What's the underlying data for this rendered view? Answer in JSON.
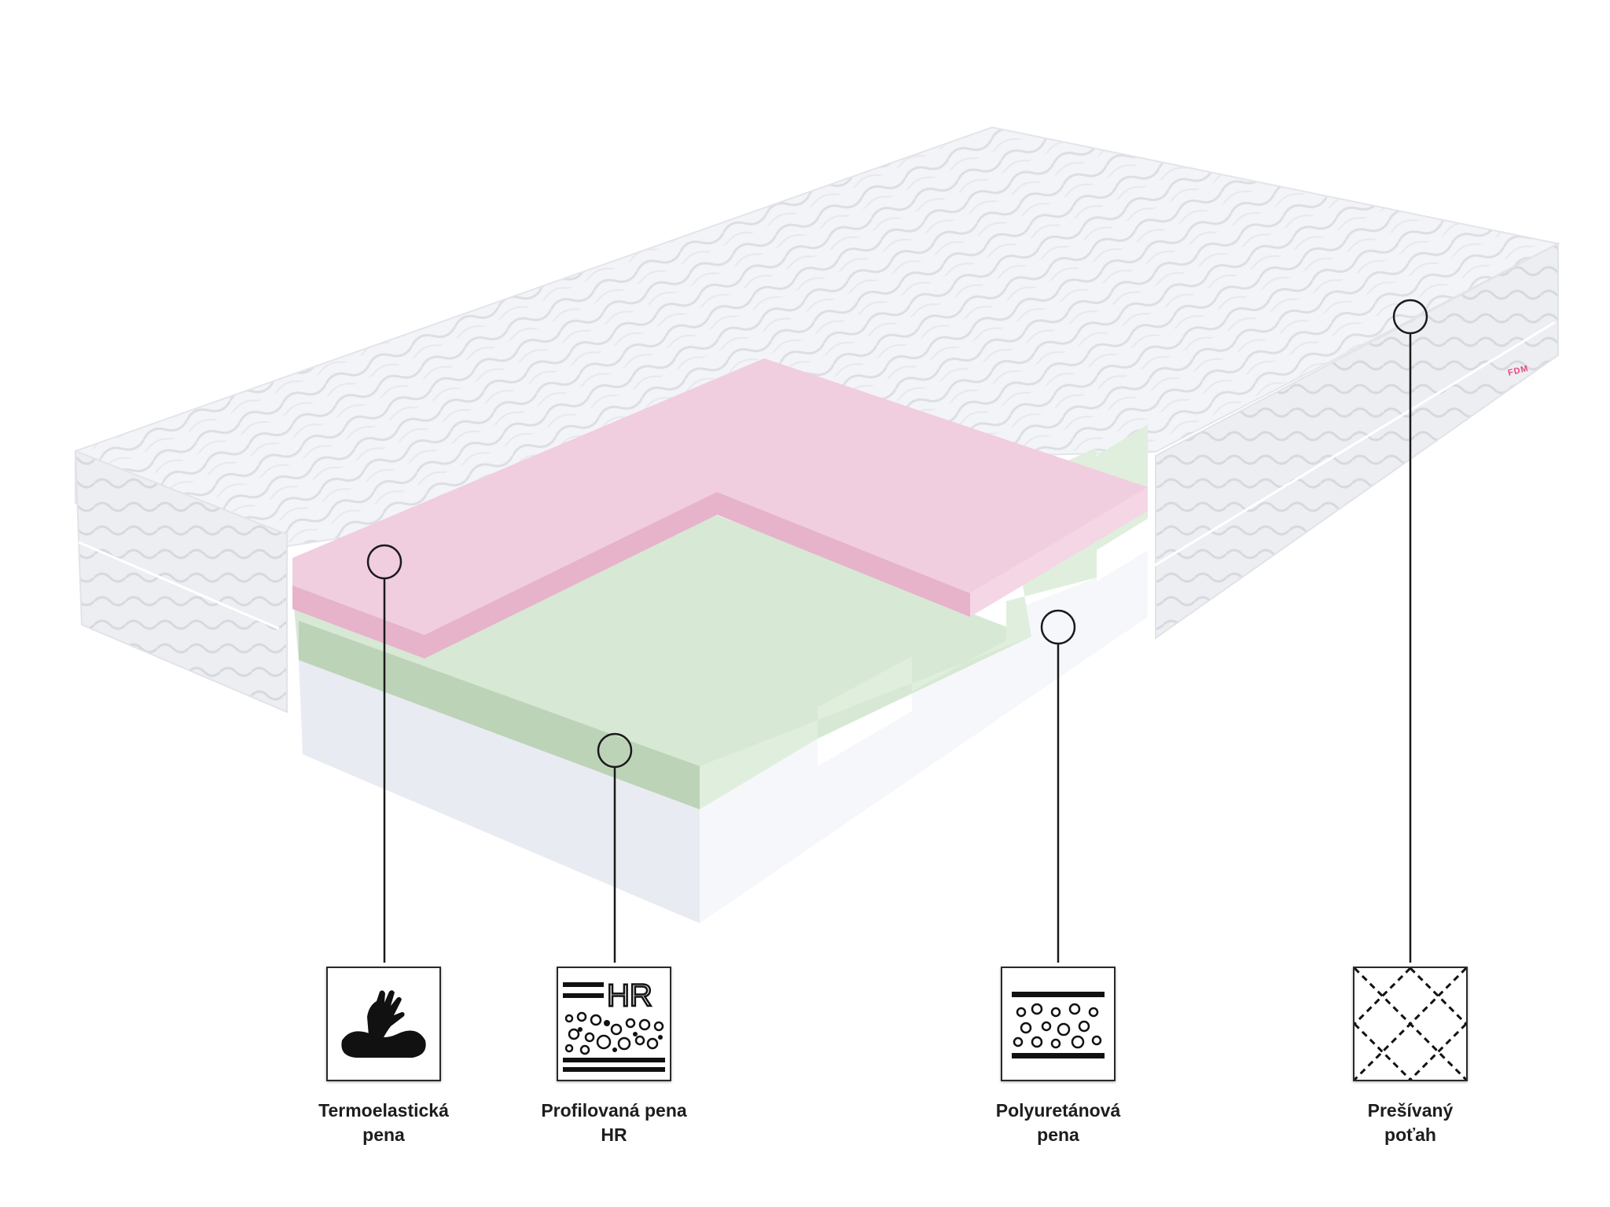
{
  "brand": {
    "tag_text": "FDM",
    "accent": "#e94a7b"
  },
  "colors": {
    "cover": "#f2f3f6",
    "memory_foam": "#efc9dc",
    "hr_foam": "#d6e9d2",
    "base_foam": "#f4f5f9",
    "leader_line": "#1a1a1a"
  },
  "layers": [
    {
      "key": "memory",
      "icon": "hand-in-foam-icon",
      "caption_line1": "Termoelastická",
      "caption_line2": "pena"
    },
    {
      "key": "hr",
      "icon": "hr-foam-icon",
      "hr_label": "HR",
      "caption_line1": "Profilovaná pena",
      "caption_line2": "HR"
    },
    {
      "key": "poly",
      "icon": "polyurethane-foam-icon",
      "caption_line1": "Polyuretánová",
      "caption_line2": "pena"
    },
    {
      "key": "cover",
      "icon": "quilted-cover-icon",
      "caption_line1": "Prešívaný",
      "caption_line2": "poťah"
    }
  ]
}
